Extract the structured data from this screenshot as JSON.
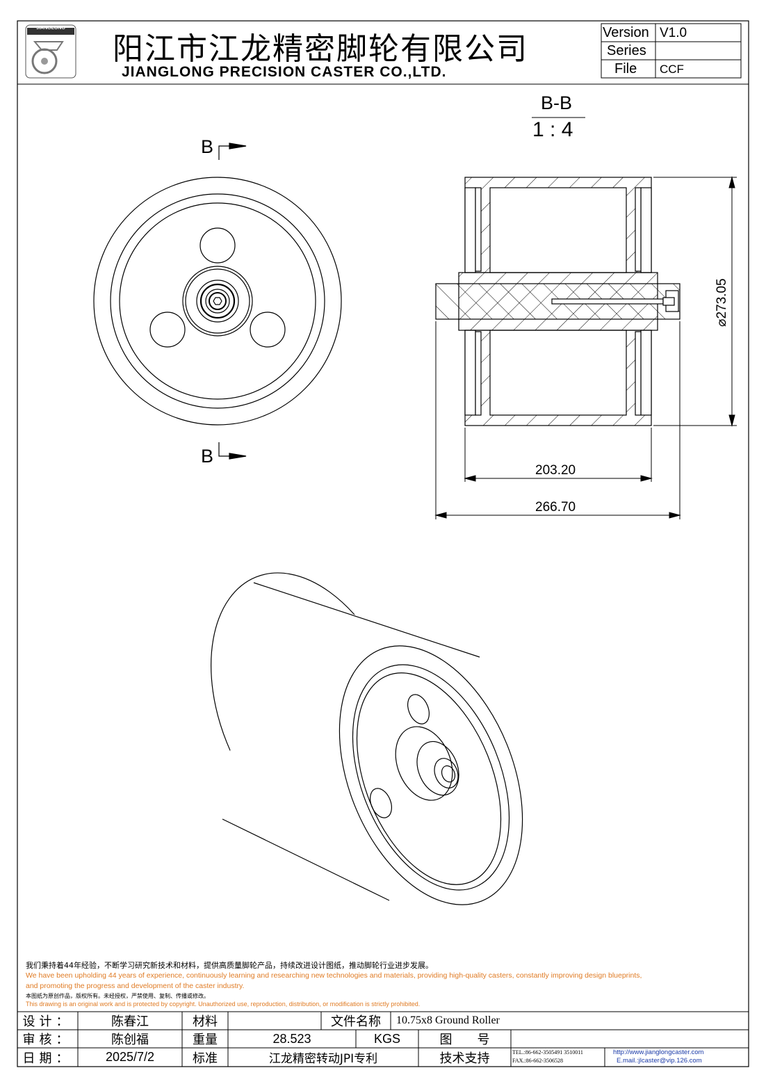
{
  "header": {
    "logo_text": "JIANGLONG",
    "company_cn": "阳江市江龙精密脚轮有限公司",
    "company_en": "JIANGLONG PRECISION CASTER CO.,LTD.",
    "version_label": "Version",
    "version_value": "V1.0",
    "series_label": "Series",
    "series_value": "",
    "file_label": "File",
    "file_value": "CCF"
  },
  "drawing": {
    "section_label": "B-B",
    "scale": "1 : 4",
    "section_mark_top": "B",
    "section_mark_bottom": "B",
    "dim_diameter": "⌀273.05",
    "dim_width_inner": "203.20",
    "dim_width_outer": "266.70"
  },
  "notes": {
    "cn_1": "我们秉持着44年经验，不断学习研究新技术和材料，提供高质量脚轮产品，持续改进设计图纸，推动脚轮行业进步发展。",
    "en_1": "We have been upholding 44 years of experience, continuously learning and researching new technologies and materials, providing high-quality casters, constantly improving design blueprints,",
    "en_2": "and promoting the progress and development of the caster industry.",
    "cn_2": "本图纸为原创作品，版权所有。未经授权，严禁使用、复制、传播或修改。",
    "en_3": "This drawing is an original work and is protected by copyright. Unauthorized use, reproduction, distribution, or modification is strictly prohibited.",
    "orange_color": "#e07b24"
  },
  "title_block": {
    "design_label": "设计：",
    "designer": "陈春江",
    "material_label": "材料",
    "material": "",
    "filename_label": "文件名称",
    "filename": "10.75x8 Ground Roller",
    "review_label": "审核：",
    "reviewer": "陈创福",
    "weight_label": "重量",
    "weight": "28.523",
    "weight_unit": "KGS",
    "drawing_no_label": "图　　号",
    "drawing_no": "",
    "date_label": "日期：",
    "date": "2025/7/2",
    "standard_label": "标准",
    "standard": "江龙精密转动JPI专利",
    "support_label": "技术支持",
    "tel": "TEL.:86-662-3505491 3510011",
    "fax": "FAX.:86-662-3506528",
    "website": "http://www.jianglongcaster.com",
    "email": "E.mail.:jlcaster@vip.126.com"
  }
}
